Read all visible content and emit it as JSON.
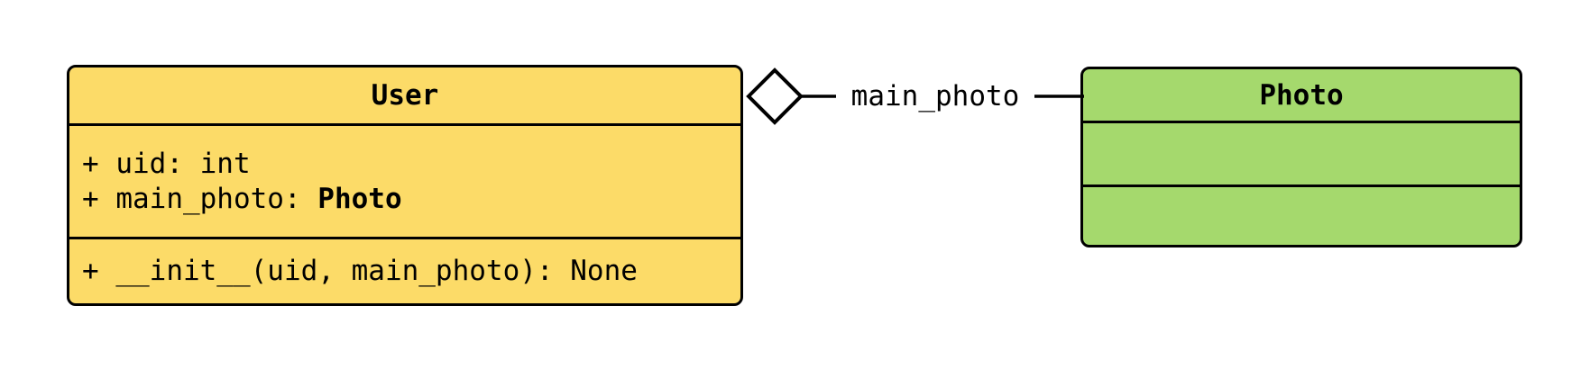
{
  "diagram": {
    "type": "uml-class-diagram",
    "background": "#FFFFFF",
    "classes": {
      "user": {
        "title": "User",
        "fill": "#FCDB68",
        "border_color": "#000000",
        "attributes": [
          {
            "text": "+ uid: int",
            "bold": ""
          },
          {
            "text": "+ main_photo: ",
            "bold": "Photo"
          }
        ],
        "methods": [
          {
            "text": "+ __init__(uid, main_photo): None",
            "bold": ""
          }
        ]
      },
      "photo": {
        "title": "Photo",
        "fill": "#A5D96D",
        "border_color": "#000000",
        "attributes": [],
        "methods": []
      }
    },
    "relation": {
      "from": "User",
      "to": "Photo",
      "kind": "aggregation",
      "diamond_style": "hollow",
      "label": "main_photo",
      "line_color": "#000000"
    }
  }
}
